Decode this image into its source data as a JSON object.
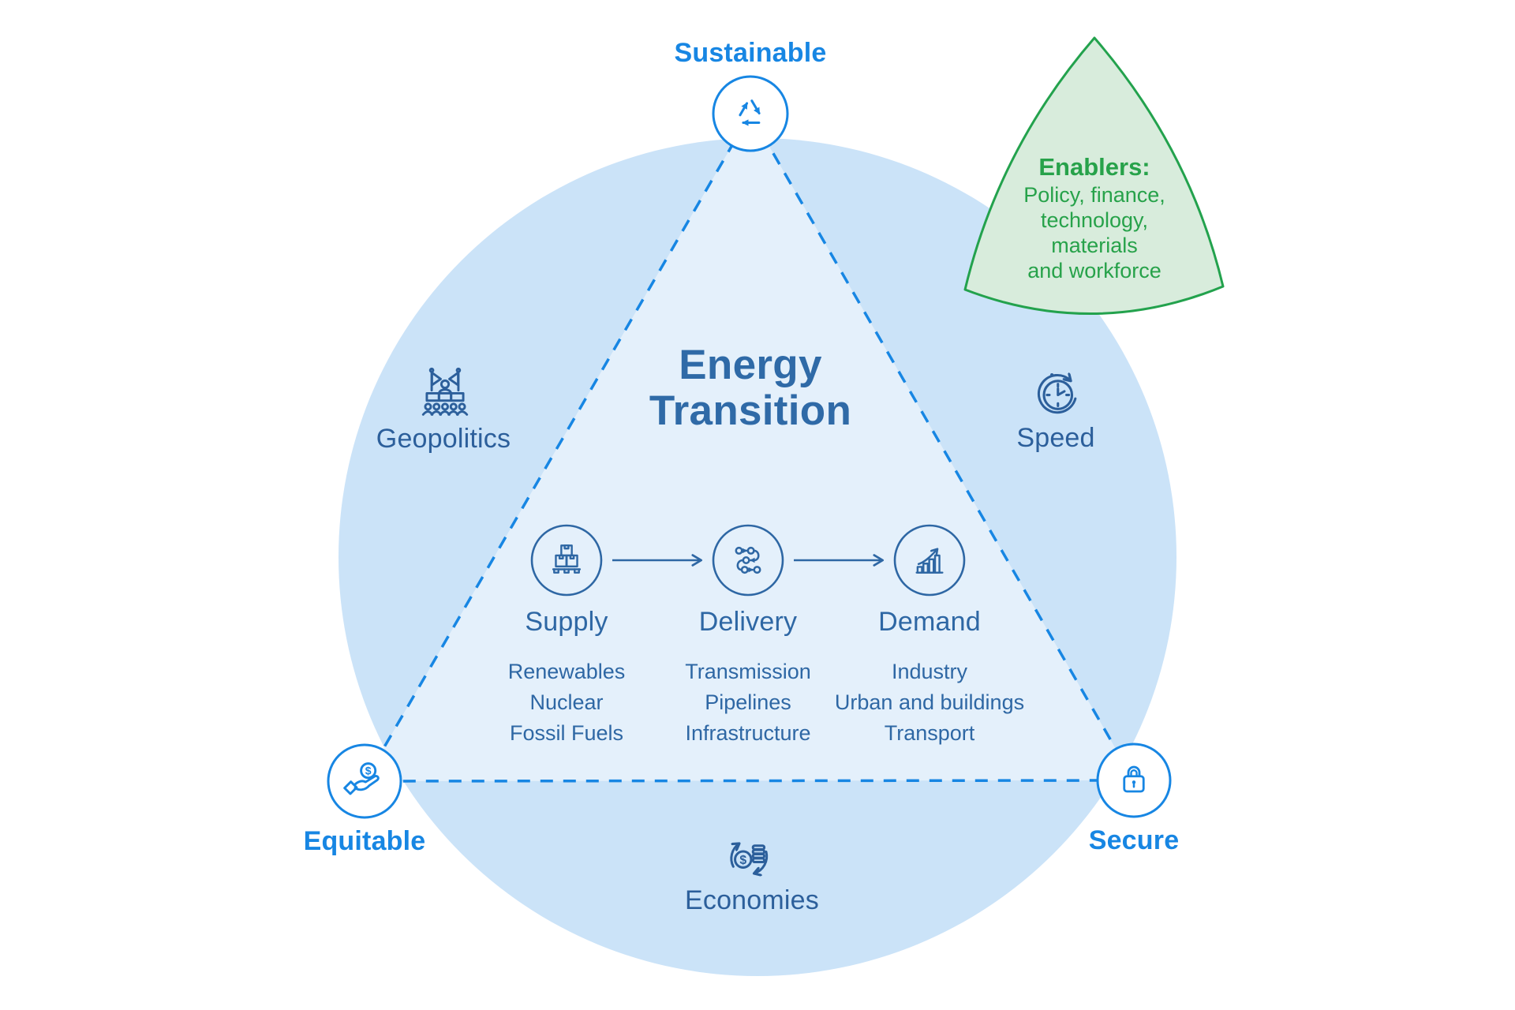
{
  "title_lines": [
    "Energy",
    "Transition"
  ],
  "vertices": [
    {
      "label": "Sustainable",
      "icon": "recycle-icon"
    },
    {
      "label": "Equitable",
      "icon": "hand-coin-icon"
    },
    {
      "label": "Secure",
      "icon": "padlock-icon"
    }
  ],
  "context": [
    {
      "label": "Geopolitics",
      "icon": "podium-flags-icon"
    },
    {
      "label": "Speed",
      "icon": "clock-arrow-icon"
    },
    {
      "label": "Economies",
      "icon": "coins-cycle-icon"
    }
  ],
  "flow": [
    {
      "label": "Supply",
      "icon": "pallet-boxes-icon",
      "items": [
        "Renewables",
        "Nuclear",
        "Fossil Fuels"
      ]
    },
    {
      "label": "Delivery",
      "icon": "route-icon",
      "items": [
        "Transmission",
        "Pipelines",
        "Infrastructure"
      ]
    },
    {
      "label": "Demand",
      "icon": "growth-chart-icon",
      "items": [
        "Industry",
        "Urban and buildings",
        "Transport"
      ]
    }
  ],
  "enablers": {
    "heading": "Enablers:",
    "lines": [
      "Policy, finance,",
      "technology,",
      "materials",
      "and workforce"
    ]
  },
  "icons": {
    "dollar_symbol": "$"
  },
  "colors": {
    "accent_blue": "#1786e3",
    "flow_blue": "#2e67a4",
    "context_blue": "#2c5f9b",
    "title_blue": "#2f6aa7",
    "circle_fill": "#cbe3f8",
    "triangle_fill": "#e4f0fb",
    "green_stroke": "#23a24d",
    "green_fill": "#d8ecdc",
    "green_text": "#27a24a"
  }
}
